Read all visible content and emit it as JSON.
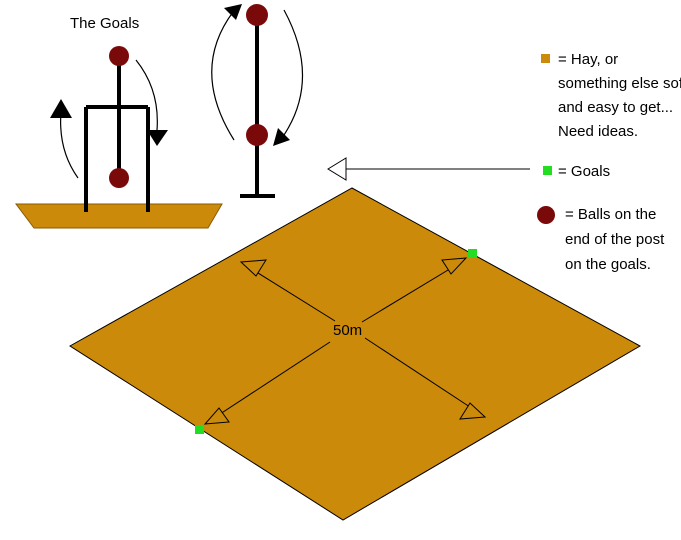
{
  "title": "The Goals",
  "field_label": "50m",
  "legend": {
    "hay_lines": [
      "= Hay, or",
      "something else soft",
      "and easy to get...",
      "Need ideas."
    ],
    "goals": "= Goals",
    "balls_lines": [
      "= Balls on the",
      "end of the post",
      "on the goals."
    ]
  },
  "colors": {
    "field": "#CC8A0A",
    "goal_marker": "#22DD22",
    "ball": "#7A0A0A",
    "line": "#000000"
  }
}
